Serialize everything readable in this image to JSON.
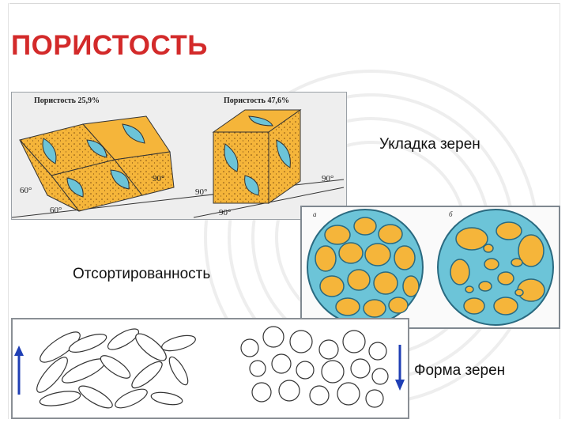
{
  "slide": {
    "title": "ПОРИСТОСТЬ",
    "captions": {
      "packing": "Укладка зерен",
      "sorting": "Отсортированность",
      "shape": "Форма зерен"
    },
    "packing": {
      "left_porosity": "Пористость 25,9%",
      "right_porosity": "Пористость 47,6%",
      "left_angles": [
        "60°",
        "60°",
        "90°"
      ],
      "right_angles": [
        "90°",
        "90°",
        "90°"
      ]
    },
    "sorting": {
      "sub_a": "а",
      "sub_b": "б"
    },
    "colors": {
      "title": "#d32a2a",
      "grain": "#f5b53a",
      "pore": "#6cc4d8",
      "arrow": "#1f3fb5"
    }
  }
}
